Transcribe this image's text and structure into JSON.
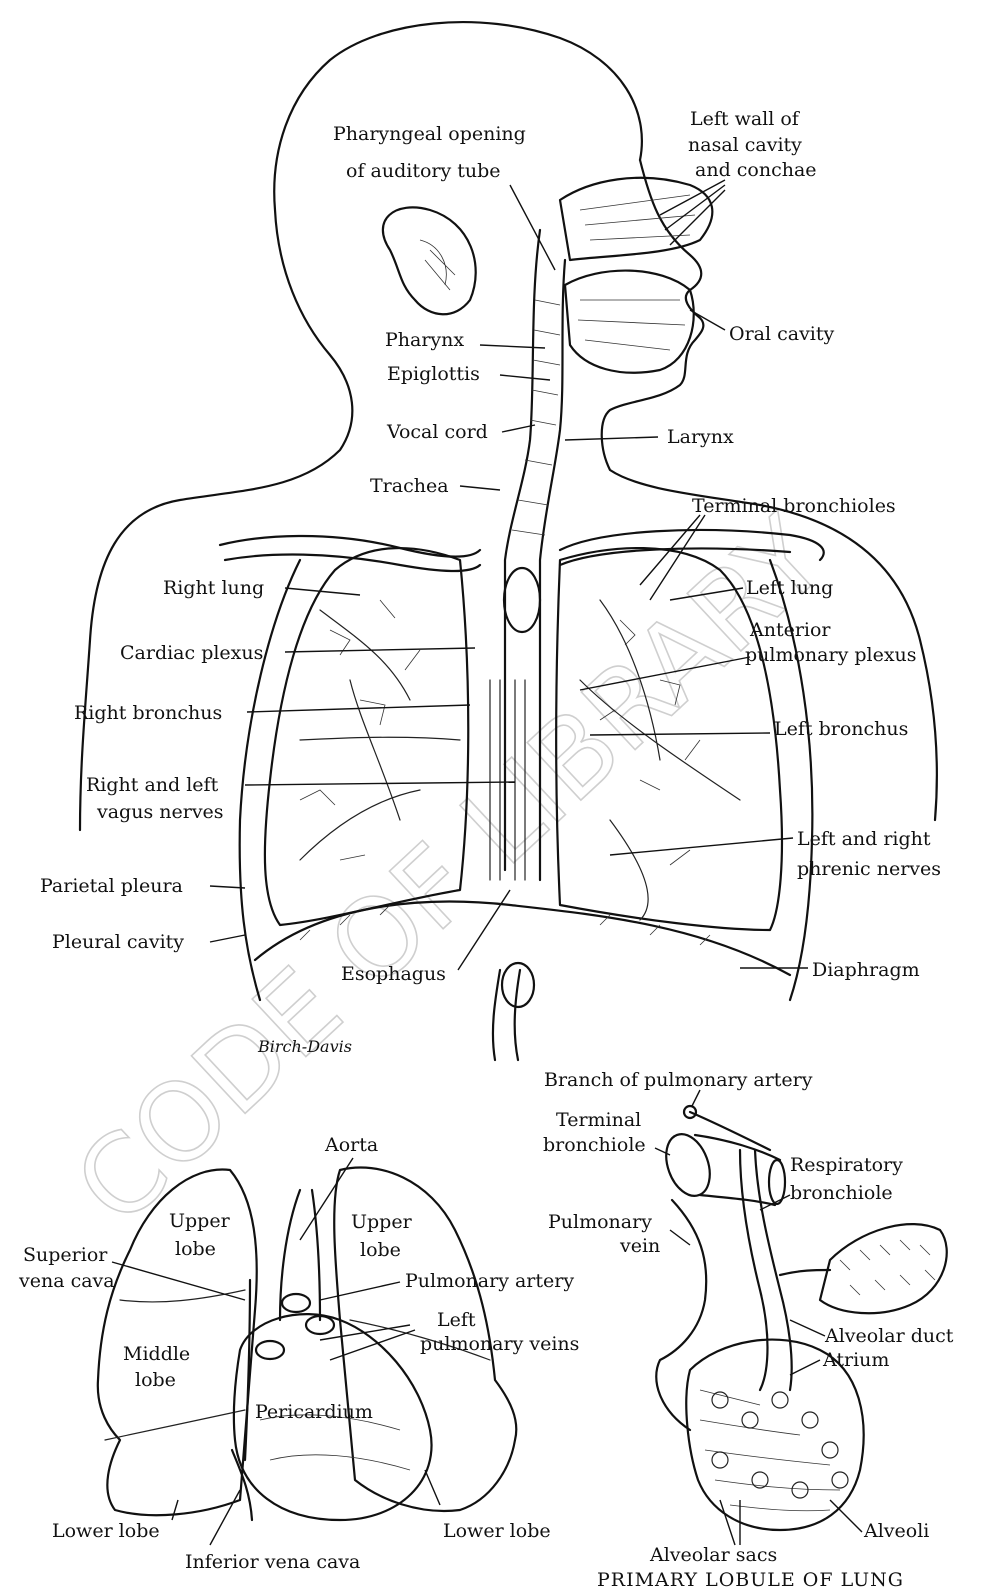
{
  "watermark": "CODE OF LIBRARY",
  "signature": "Birch-Davis",
  "main_figure": {
    "labels": {
      "pharyngeal_opening_line1": "Pharyngeal opening",
      "pharyngeal_opening_line2": "of auditory tube",
      "left_wall_line1": "Left wall of",
      "left_wall_line2": "nasal cavity",
      "left_wall_line3": "and conchae",
      "oral_cavity": "Oral cavity",
      "pharynx": "Pharynx",
      "epiglottis": "Epiglottis",
      "vocal_cord": "Vocal cord",
      "larynx": "Larynx",
      "trachea": "Trachea",
      "terminal_bronchioles": "Terminal bronchioles",
      "right_lung": "Right lung",
      "left_lung": "Left lung",
      "anterior_plexus_line1": "Anterior",
      "anterior_plexus_line2": "pulmonary plexus",
      "cardiac_plexus": "Cardiac plexus",
      "right_bronchus": "Right bronchus",
      "left_bronchus": "Left bronchus",
      "vagus_line1": "Right and left",
      "vagus_line2": "vagus nerves",
      "phrenic_line1": "Left and right",
      "phrenic_line2": "phrenic nerves",
      "parietal_pleura": "Parietal pleura",
      "pleural_cavity": "Pleural cavity",
      "esophagus": "Esophagus",
      "diaphragm": "Diaphragm"
    }
  },
  "heart_lungs_figure": {
    "labels": {
      "aorta": "Aorta",
      "upper_lobe_right_line1": "Upper",
      "upper_lobe_right_line2": "lobe",
      "upper_lobe_left_line1": "Upper",
      "upper_lobe_left_line2": "lobe",
      "superior_vc_line1": "Superior",
      "superior_vc_line2": "vena cava",
      "pulmonary_artery": "Pulmonary artery",
      "left_pv_line1": "Left",
      "left_pv_line2": "pulmonary veins",
      "middle_lobe_line1": "Middle",
      "middle_lobe_line2": "lobe",
      "pericardium": "Pericardium",
      "lower_lobe_right": "Lower lobe",
      "lower_lobe_left": "Lower lobe",
      "inferior_vena_cava": "Inferior vena cava"
    }
  },
  "lobule_figure": {
    "labels": {
      "branch_pulmonary_artery": "Branch of pulmonary artery",
      "terminal_bronchiole_line1": "Terminal",
      "terminal_bronchiole_line2": "bronchiole",
      "respiratory_bronchiole_line1": "Respiratory",
      "respiratory_bronchiole_line2": "bronchiole",
      "pulmonary_vein_line1": "Pulmonary",
      "pulmonary_vein_line2": "vein",
      "alveolar_duct": "Alveolar duct",
      "atrium": "Atrium",
      "alveoli": "Alveoli",
      "alveolar_sacs": "Alveolar sacs"
    },
    "caption": "PRIMARY LOBULE OF LUNG"
  }
}
